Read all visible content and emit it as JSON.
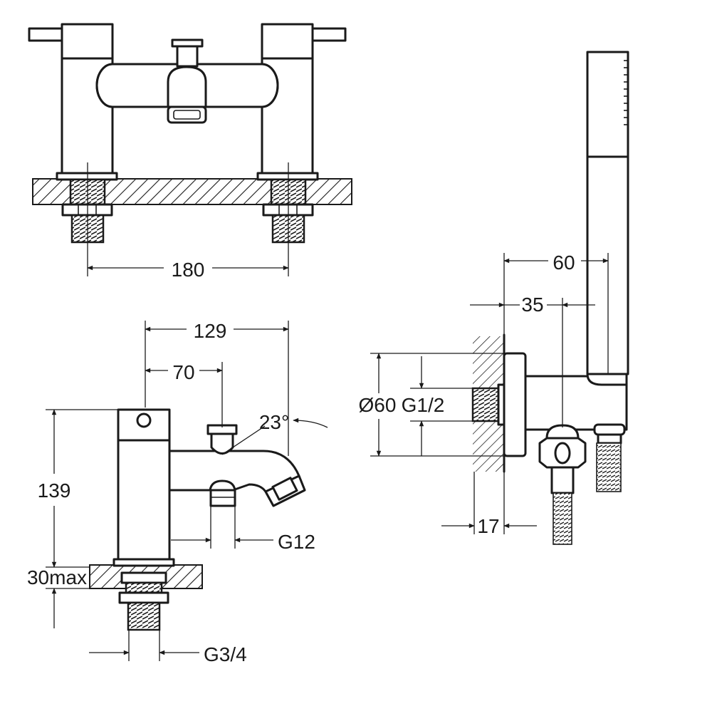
{
  "dimensions": {
    "top_view": {
      "spacing": "180"
    },
    "side_view": {
      "overall_depth": "129",
      "spout_axis": "70",
      "angle": "23°",
      "height": "139",
      "deck_thickness": "30max",
      "outlet_thread": "G12",
      "inlet_thread": "G3/4"
    },
    "wall_outlet": {
      "projection": "60",
      "outlet_offset": "35",
      "flange_diameter": "Ø60",
      "inlet_thread": "G1/2",
      "flange_depth": "17"
    }
  },
  "colors": {
    "line": "#1a1a1a",
    "background": "#ffffff"
  }
}
